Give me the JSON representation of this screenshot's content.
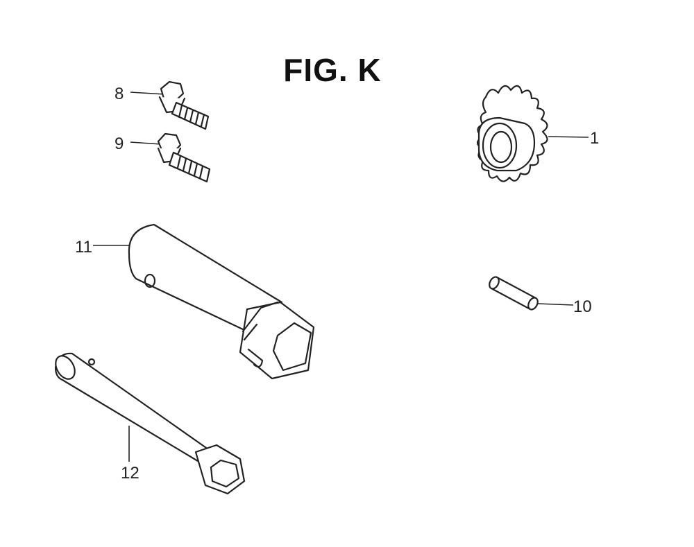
{
  "figure": {
    "title": "FIG. K",
    "callouts": {
      "sprocket": "1",
      "bolt_upper": "8",
      "bolt_lower": "9",
      "pin": "10",
      "wrench": "11",
      "handle": "12"
    }
  }
}
